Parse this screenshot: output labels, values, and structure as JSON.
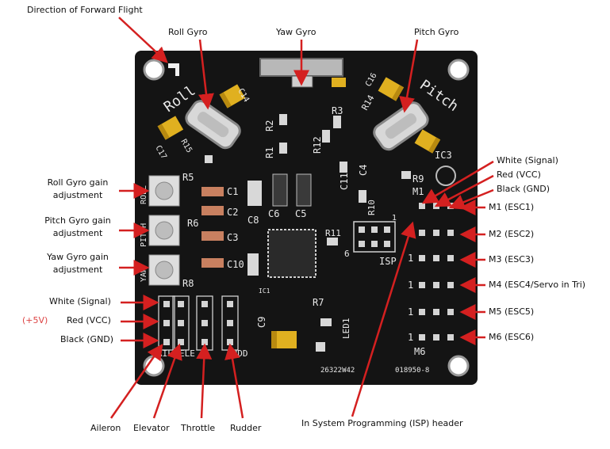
{
  "labels": {
    "direction": "Direction of Forward Flight",
    "roll_gyro": "Roll Gyro",
    "yaw_gyro": "Yaw Gyro",
    "pitch_gyro": "Pitch Gyro",
    "roll_gain_1": "Roll Gyro gain",
    "roll_gain_2": "adjustment",
    "pitch_gain_1": "Pitch Gyro gain",
    "pitch_gain_2": "adjustment",
    "yaw_gain_1": "Yaw Gyro gain",
    "yaw_gain_2": "adjustment",
    "white_signal_left": "White (Signal)",
    "red_vcc_left": "Red (VCC)",
    "black_gnd_left": "Black (GND)",
    "plus5v": "(+5V)",
    "white_signal_right": "White (Signal)",
    "red_vcc_right": "Red (VCC)",
    "black_gnd_right": "Black (GND)",
    "m1": "M1 (ESC1)",
    "m2": "M2 (ESC2)",
    "m3": "M3 (ESC3)",
    "m4": "M4 (ESC4/Servo in Tri)",
    "m5": "M5 (ESC5)",
    "m6": "M6 (ESC6)",
    "aileron": "Aileron",
    "elevator": "Elevator",
    "throttle": "Throttle",
    "rudder": "Rudder",
    "isp": "In System Programming (ISP) header"
  },
  "board": {
    "roll": "Roll",
    "pitch": "Pitch",
    "roll_pot": "ROLL",
    "pitch_pot": "PITCH",
    "yaw_pot": "YAW",
    "r1": "R1",
    "r2": "R2",
    "r3": "R3",
    "r5": "R5",
    "r6": "R6",
    "r7": "R7",
    "r8": "R8",
    "r9": "R9",
    "r10": "R10",
    "r11": "R11",
    "r12": "R12",
    "r14": "R14",
    "r15": "R15",
    "c1": "C1",
    "c2": "C2",
    "c3": "C3",
    "c4": "C4",
    "c5": "C5",
    "c6": "C6",
    "c8": "C8",
    "c9": "C9",
    "c10": "C10",
    "c11": "C11",
    "c14": "C14",
    "c16": "C16",
    "c17": "C17",
    "ic1": "IC1",
    "ic3": "IC3",
    "led1": "LED1",
    "isp_silk": "ISP",
    "six": "6",
    "one": "1",
    "m1_silk": "M1",
    "m6_silk": "M6",
    "ail": "AIL",
    "ele": "ELE",
    "rudd": "RUDD",
    "serial1": "26322W42",
    "serial2": "018950-8"
  },
  "colors": {
    "board": "#141414",
    "arrow": "#d42020",
    "silk": "#e8e8e8",
    "capacitor": "#e0b020",
    "crystal": "#cfcfcf"
  }
}
